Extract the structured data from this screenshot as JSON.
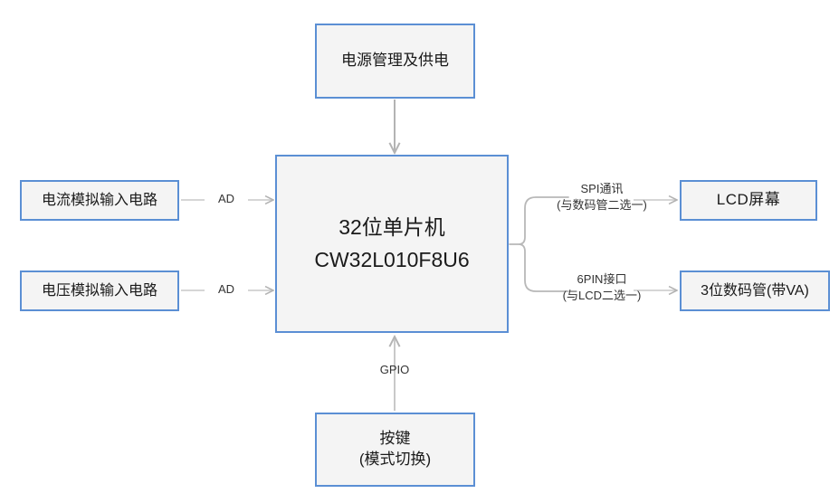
{
  "diagram": {
    "title": "CW32L010F8U6 system block diagram",
    "background": "#ffffff",
    "node_border_color": "#5b8fd4",
    "node_fill_color": "#f4f4f4",
    "connector_color": "#b3b3b3",
    "nodes": {
      "power": {
        "label": "电源管理及供电"
      },
      "mcu": {
        "line1": "32位单片机",
        "line2": "CW32L010F8U6"
      },
      "current_input": {
        "label": "电流模拟输入电路"
      },
      "voltage_input": {
        "label": "电压模拟输入电路"
      },
      "lcd": {
        "label": "LCD屏幕"
      },
      "segment": {
        "label": "3位数码管(带VA)"
      },
      "key": {
        "line1": "按键",
        "line2": "(模式切换)"
      }
    },
    "edges": {
      "current_to_mcu": {
        "label": "AD"
      },
      "voltage_to_mcu": {
        "label": "AD"
      },
      "key_to_mcu": {
        "label": "GPIO"
      },
      "mcu_to_lcd": {
        "line1": "SPI通讯",
        "line2": "(与数码管二选一)"
      },
      "mcu_to_segment": {
        "line1": "6PIN接口",
        "line2": "(与LCD二选一)"
      }
    }
  }
}
